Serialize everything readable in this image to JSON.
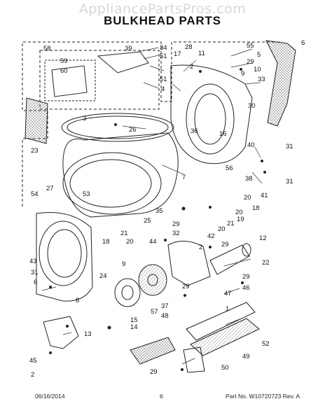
{
  "watermark": "AppliancePartsPros.com",
  "title": "BULKHEAD PARTS",
  "callout_labels": {
    "c1": "1",
    "c2a": "2",
    "c2b": "2",
    "c3": "3",
    "c4": "4",
    "c5": "5",
    "c6": "6",
    "c7": "7",
    "c8": "8",
    "c9": "9",
    "c10": "10",
    "c11": "11",
    "c12": "12",
    "c13": "13",
    "c14": "14",
    "c15": "15",
    "c16": "16",
    "c17": "17",
    "c18a": "18",
    "c18b": "18",
    "c19": "19",
    "c20a": "20",
    "c20b": "20",
    "c21a": "21",
    "c21b": "21",
    "c22": "22",
    "c23": "23",
    "c24": "24",
    "c25": "25",
    "c26": "26",
    "c27": "27",
    "c28": "28",
    "c29a": "29",
    "c29b": "29",
    "c29c": "29",
    "c29d": "29",
    "c29e": "29",
    "c29f": "29",
    "c30": "30",
    "c31a": "31",
    "c31b": "31",
    "c31c": "31",
    "c32": "32",
    "c33": "33",
    "c34": "34",
    "c35": "35",
    "c36": "36",
    "c37": "37",
    "c38": "38",
    "c39": "39",
    "c40": "40",
    "c41": "41",
    "c42": "42",
    "c43": "43",
    "c44": "44",
    "c45": "45",
    "c46": "46",
    "c47": "47",
    "c48": "48",
    "c49": "49",
    "c50": "50",
    "c51a": "51",
    "c51b": "51",
    "c52": "52",
    "c53": "53",
    "c54": "54",
    "c55": "55",
    "c56": "56",
    "c57": "57",
    "c58": "58",
    "c59": "59",
    "c60": "60"
  },
  "footer": {
    "date": "06/16/2014",
    "page": "6",
    "part": "Part No.  W10720723  Rev. A"
  }
}
